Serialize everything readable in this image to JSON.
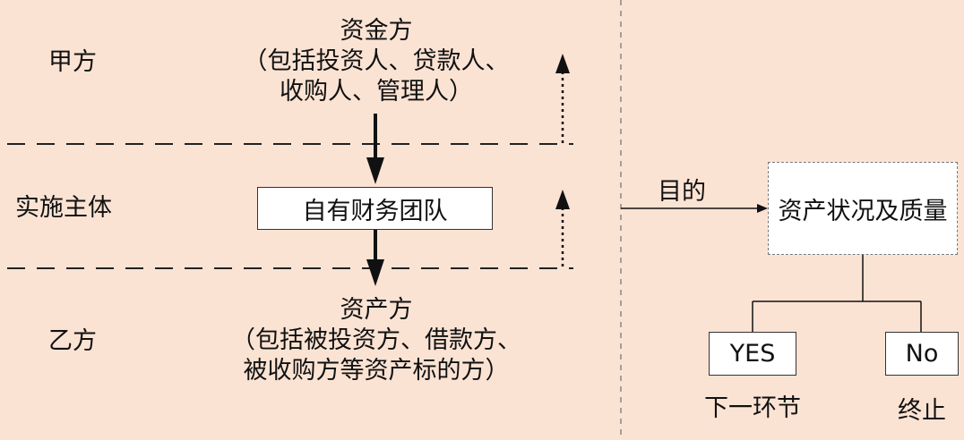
{
  "parties": {
    "party_a": "甲方",
    "implementer": "实施主体",
    "party_b": "乙方"
  },
  "top": {
    "title": "资金方",
    "line1": "（包括投资人、贷款人、",
    "line2": "收购人、管理人）"
  },
  "middle": {
    "box": "自有财务团队"
  },
  "bottom": {
    "title": "资产方",
    "line1": "（包括被投资方、借款方、",
    "line2": "被收购方等资产标的方）"
  },
  "right": {
    "purpose": "目的",
    "target": "资产状况及质量",
    "yes": "YES",
    "no": "No",
    "yes_result": "下一环节",
    "no_result": "终止"
  }
}
